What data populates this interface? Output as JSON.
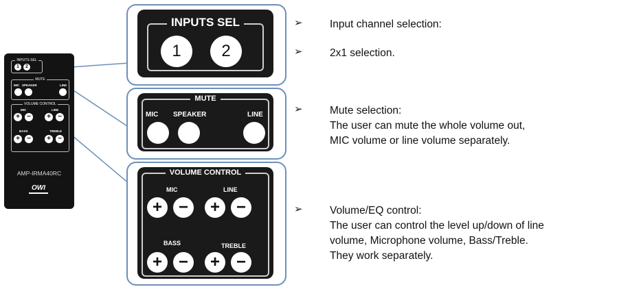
{
  "remote": {
    "inputs_title": "INPUTS SEL",
    "input_buttons": [
      "1",
      "2"
    ],
    "mute_title": "MUTE",
    "mute_labels": [
      "MIC",
      "SPEAKER",
      "LINE"
    ],
    "volume_title": "VOLUME CONTROL",
    "volume_top_labels": [
      "MIC",
      "LINE"
    ],
    "volume_bottom_labels": [
      "BASS",
      "TREBLE"
    ],
    "plus": "+",
    "minus": "−",
    "model": "AMP-IRMA40RC",
    "logo": "OWI"
  },
  "inputs_panel": {
    "title": "INPUTS SEL",
    "buttons": [
      "1",
      "2"
    ]
  },
  "mute_panel": {
    "title": "MUTE",
    "labels": [
      "MIC",
      "SPEAKER",
      "LINE"
    ]
  },
  "volume_panel": {
    "title": "VOLUME CONTROL",
    "mic_label": "MIC",
    "line_label": "LINE",
    "bass_label": "BASS",
    "treble_label": "TREBLE",
    "plus": "+",
    "minus": "−"
  },
  "descriptions": {
    "bullet": "➢",
    "inputs_1": "Input channel selection:",
    "inputs_2": "2x1 selection.",
    "mute": "Mute selection:\nThe user can mute the whole volume out,\nMIC volume or line volume separately.",
    "volume": "Volume/EQ control:\nThe user can control the level up/down of line\nvolume, Microphone volume, Bass/Treble.\nThey work separately."
  },
  "colors": {
    "frame": "#6d8fb8",
    "panel": "#1a1a1a",
    "remote": "#131313"
  }
}
